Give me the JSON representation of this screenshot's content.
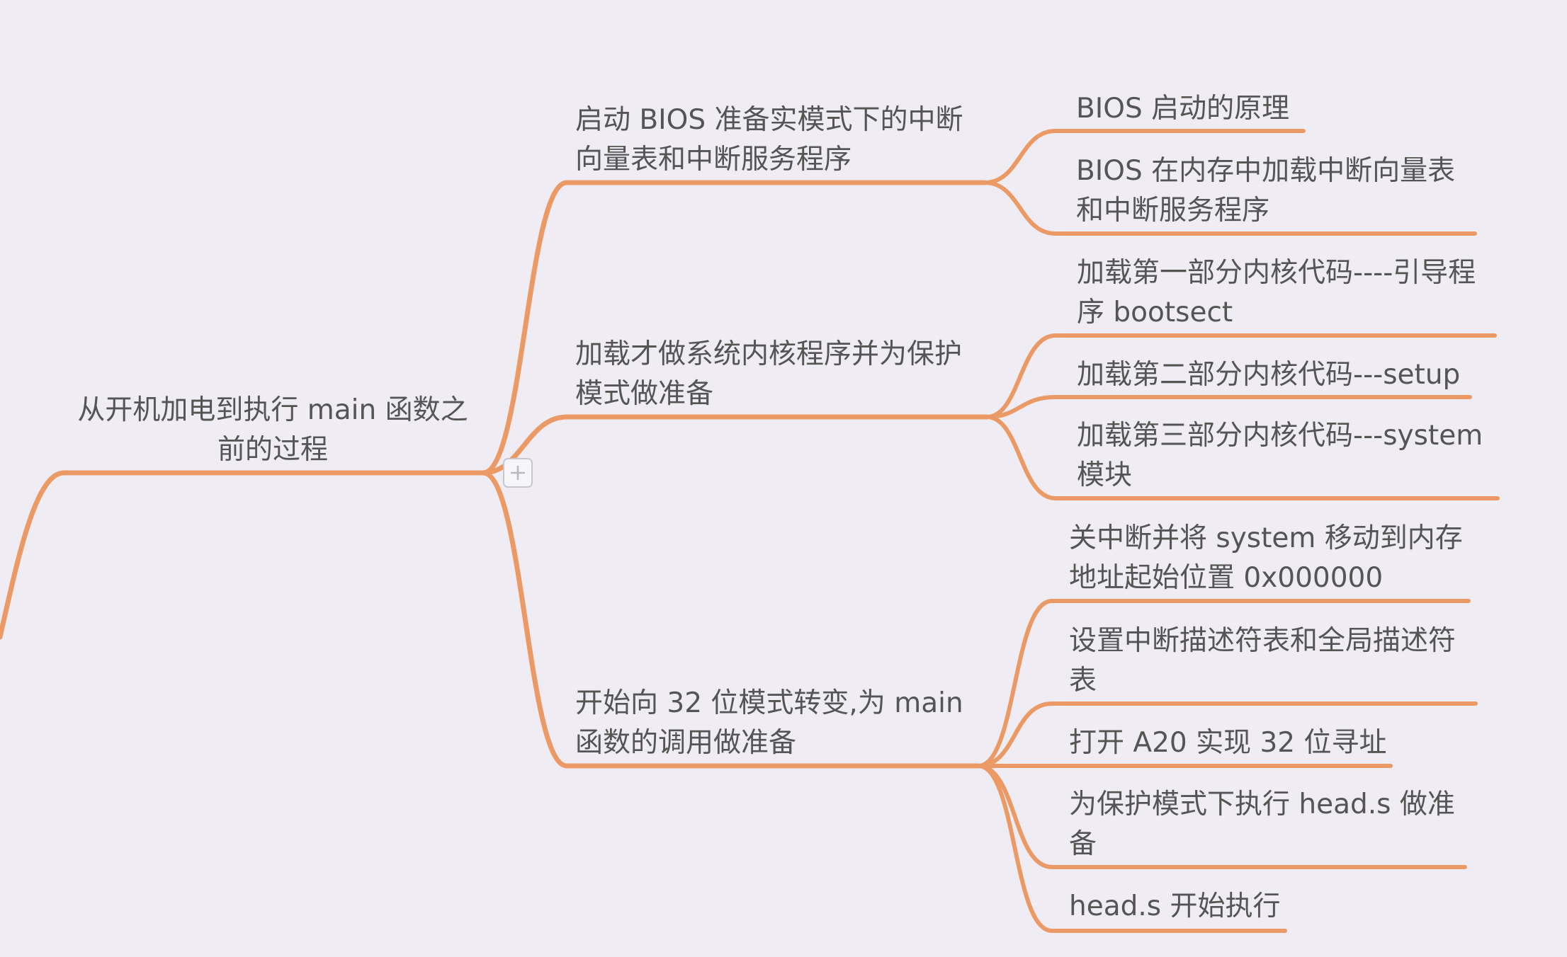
{
  "diagram": {
    "type": "mind-map",
    "branch_color": "#eb9a66",
    "root": {
      "lines": [
        "从开机加电到执行 main 函数之",
        "前的过程"
      ]
    },
    "branches": [
      {
        "lines": [
          "启动 BIOS 准备实模式下的中断",
          "向量表和中断服务程序"
        ],
        "children": [
          {
            "lines": [
              "BIOS 启动的原理"
            ]
          },
          {
            "lines": [
              "BIOS 在内存中加载中断向量表",
              "和中断服务程序"
            ]
          }
        ]
      },
      {
        "lines": [
          "加载才做系统内核程序并为保护",
          "模式做准备"
        ],
        "children": [
          {
            "lines": [
              "加载第一部分内核代码----引导程",
              "序 bootsect"
            ]
          },
          {
            "lines": [
              "加载第二部分内核代码---setup"
            ]
          },
          {
            "lines": [
              "加载第三部分内核代码---system",
              "模块"
            ]
          }
        ]
      },
      {
        "lines": [
          "开始向 32 位模式转变,为 main",
          "函数的调用做准备"
        ],
        "children": [
          {
            "lines": [
              "关中断并将 system 移动到内存",
              "地址起始位置 0x000000"
            ]
          },
          {
            "lines": [
              "设置中断描述符表和全局描述符",
              "表"
            ]
          },
          {
            "lines": [
              "打开 A20 实现 32 位寻址"
            ]
          },
          {
            "lines": [
              "为保护模式下执行 head.s 做准",
              "备"
            ]
          },
          {
            "lines": [
              "head.s 开始执行"
            ]
          }
        ]
      }
    ],
    "add_button_icon": "plus-icon"
  }
}
